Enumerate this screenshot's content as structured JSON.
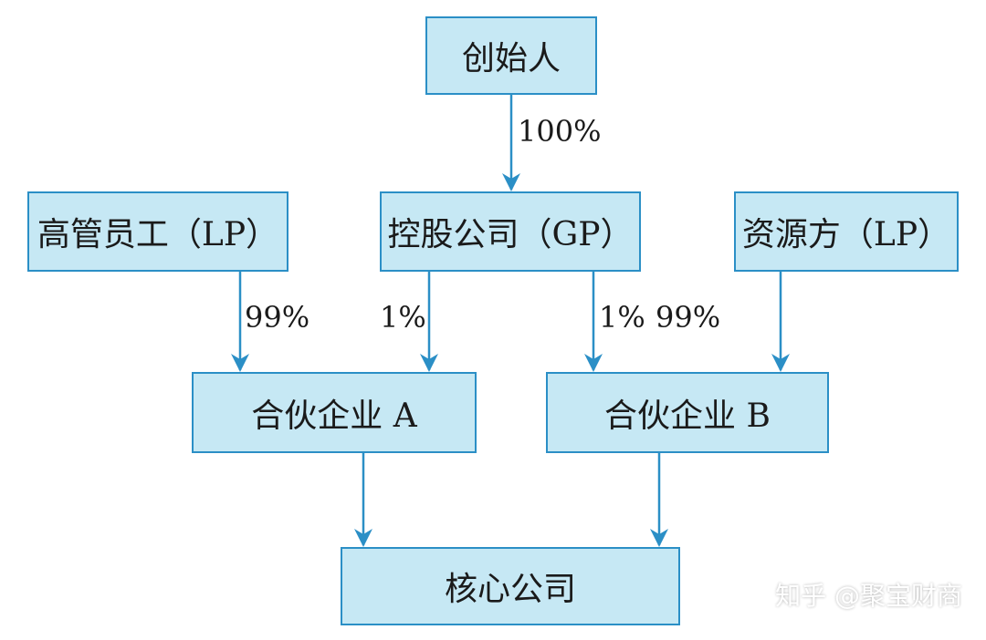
{
  "nodes": {
    "founder": "创始人",
    "executives": "高管员工（LP）",
    "holding": "控股公司（GP）",
    "resource": "资源方（LP）",
    "partnership_a": "合伙企业 A",
    "partnership_b": "合伙企业 B",
    "core": "核心公司"
  },
  "edge_labels": {
    "founder_to_holding": "100%",
    "executives_to_a": "99%",
    "holding_to_a": "1%",
    "holding_to_b": "1%",
    "resource_to_b": "99%"
  },
  "watermark": "知乎 @聚宝财商",
  "colors": {
    "box_fill": "#c6e8f4",
    "box_border": "#2b8fc6",
    "arrow": "#2b8fc6"
  }
}
